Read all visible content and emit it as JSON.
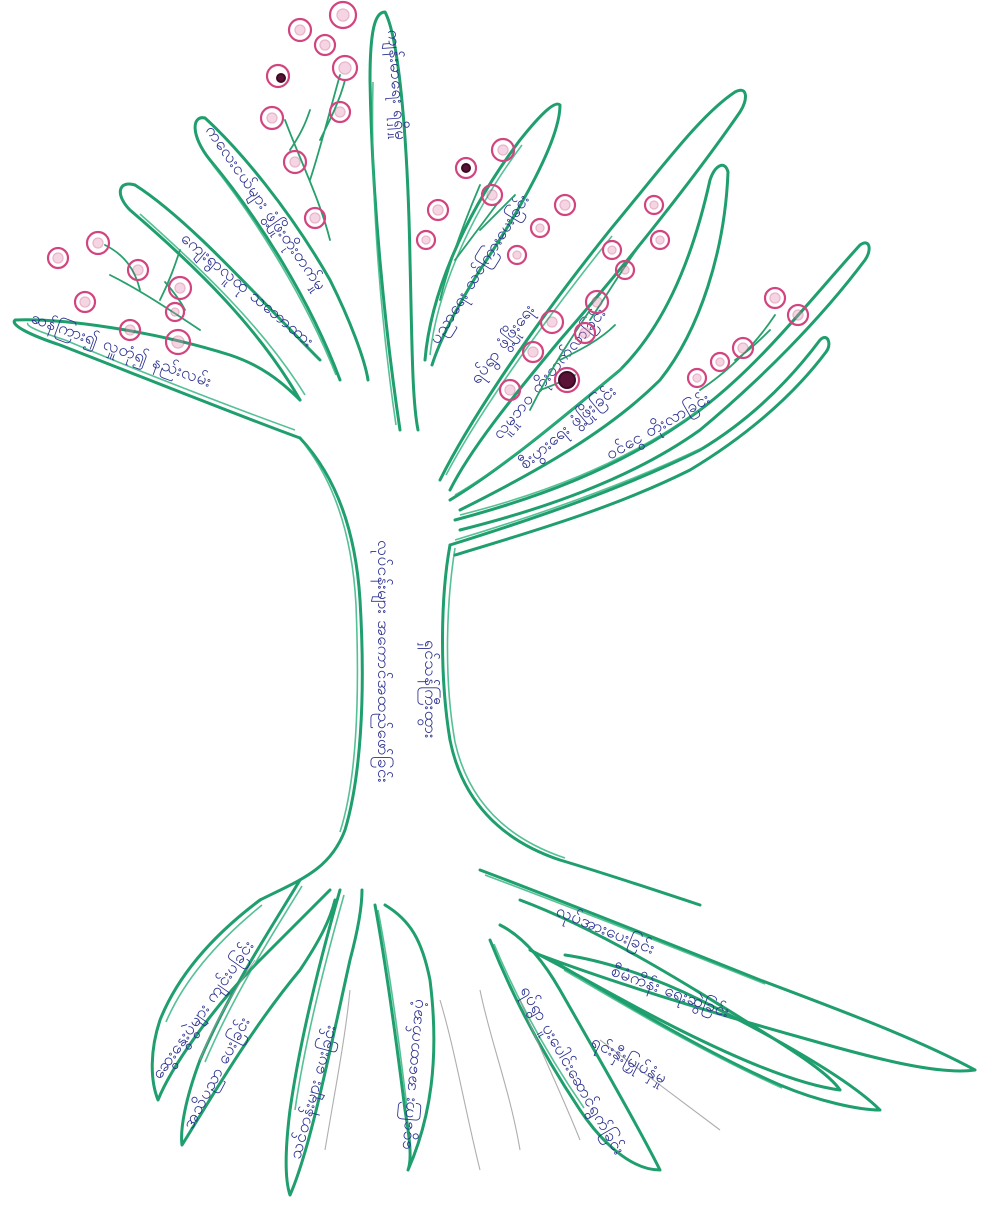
{
  "drawing": {
    "subject": "hand-drawn tree with labeled branches and roots",
    "colors": {
      "outline": "#1f9e6e",
      "ink": "#2a2f8e",
      "blossom": "#d2447f",
      "paper": "#ffffff"
    },
    "trunk_text": {
      "line1": "လုပ်ငန်းများ အကောင်အထည်ဖော်ခြင်း",
      "line2": "ရှင်သန်ကြီးထွား"
    },
    "branch_labels": [
      "ဆန်ကြား၍ လှူတုံ၍ နည်းလမ်း",
      "ကျေးရွာလူထု သဘောထား",
      "ကလေးငယ်များ ဖွံ့ဖြိုးတိုးတက်မှု",
      "ကျန်းမာရေး ရရှိမှု",
      "ပညာရေး သင်ကြားပေးခြင်း",
      "ရပ်ရွာ ဖွံ့ဖြိုးရေး",
      "လူမှုဘဝ တိုးတက်လာခြင်း",
      "စီးပွားရေး ဖွံ့ဖြိုးခြင်း",
      "ဝင်ငွေ တိုးလာခြင်း"
    ],
    "root_labels": [
      "ဆွေးနွေးပွဲများ ကျင်းပခြင်း",
      "အသိပညာ ပေးခြင်း",
      "သင်တန်းများ ပေးခြင်း",
      "ငွေကြေး အထောက်အပံ့",
      "ရပ်ရွာ ပူးပေါင်းဆောင်ရွက်ခြင်း",
      "ရင်းနှီးမြှုပ်နှံမှု",
      "လုပ်အားပေးခြင်း",
      "စီမံကိန်း ရေးဆွဲခြင်း"
    ]
  }
}
